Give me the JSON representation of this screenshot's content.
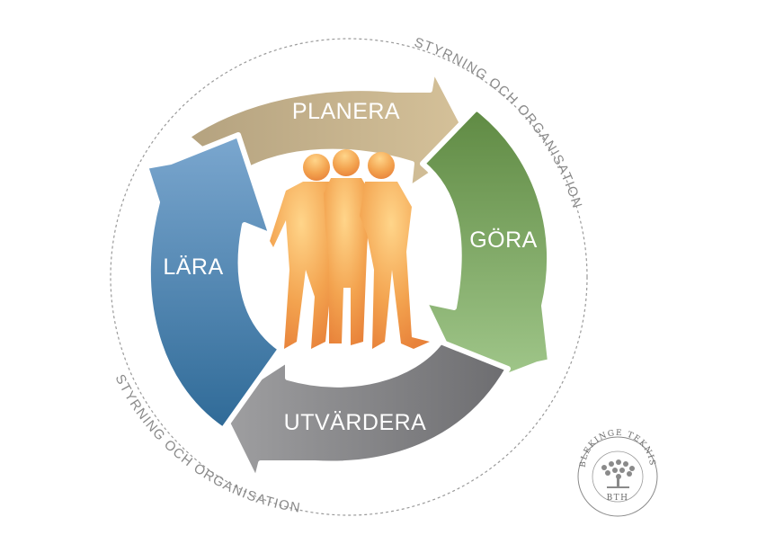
{
  "diagram": {
    "segments": [
      {
        "id": "planera",
        "label": "PLANERA",
        "color": "#c8b48c"
      },
      {
        "id": "gora",
        "label": "GÖRA",
        "color": "#7fa566"
      },
      {
        "id": "utvardera",
        "label": "UTVÄRDERA",
        "color": "#7a7a7c"
      },
      {
        "id": "lara",
        "label": "LÄRA",
        "color": "#4f82ae"
      }
    ],
    "orbit_label": "STYRNING OCH ORGANISATION",
    "people_color": "#f0a04d"
  },
  "logo": {
    "name": "BLEKINGE TEKNISKA HÖGSKOLA",
    "abbrev": "BTH"
  }
}
